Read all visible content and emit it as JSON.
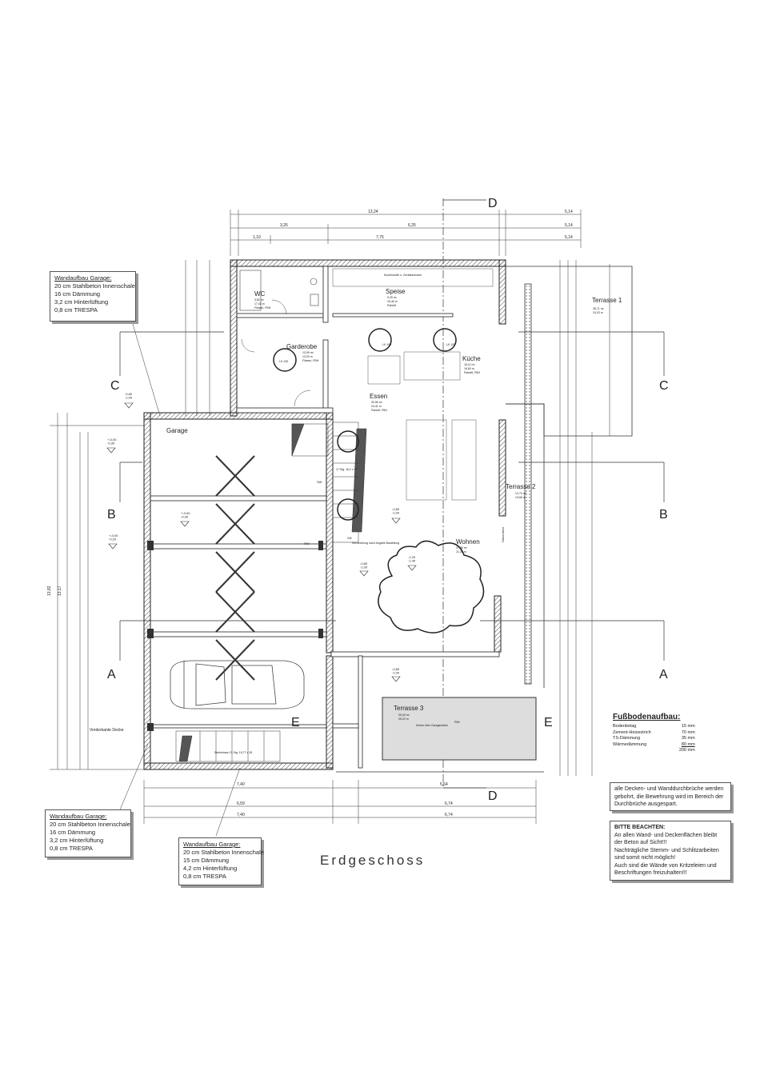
{
  "title": "Erdgeschoss",
  "section_markers": {
    "d_top": "D",
    "d_bottom": "D",
    "c_left": "C",
    "c_right": "C",
    "b_left": "B",
    "b_right": "B",
    "a_left": "A",
    "a_right": "A",
    "e_left": "E",
    "e_right": "E"
  },
  "rooms": {
    "wc": {
      "name": "WC",
      "area": "3,82 m²",
      "perimeter": "17,02 m",
      "floor": "Fliesen, FBH"
    },
    "speise": {
      "name": "Speise",
      "area": "9,25 m²",
      "perimeter": "15,46 m",
      "floor": "Parkett"
    },
    "garderobe": {
      "name": "Garderobe",
      "area": "13,09 m²",
      "perimeter": "13,93 m",
      "floor": "Fliesen, FBH"
    },
    "kueche": {
      "name": "Küche",
      "area": "16,11 m²",
      "perimeter": "16,60 m",
      "floor": "Parkett, FBH"
    },
    "essen": {
      "name": "Essen",
      "area": "30,96 m²",
      "perimeter": "24,41 m",
      "floor": "Parkett, FBH"
    },
    "wohnen": {
      "name": "Wohnen",
      "area": "37,38 m²",
      "perimeter": "21,26 m"
    },
    "terrasse1": {
      "name": "Terrasse 1",
      "area": "35,71 m²",
      "perimeter": "24,03 m"
    },
    "terrasse2": {
      "name": "Terrasse 2",
      "area": "12,73 m²",
      "perimeter": "19,66 m"
    },
    "terrasse3": {
      "name": "Terrasse 3",
      "area": "35,34 m²",
      "perimeter": "25,22 m"
    },
    "garage": {
      "name": "Garage"
    }
  },
  "dimensions": {
    "top_total": "13,24",
    "top_right": "5,14",
    "top_left": "3,26",
    "top_mid": "6,25",
    "top2_a": "1,10",
    "top2_b": "7,75",
    "top2_c": "5,14",
    "bottom_a": "7,40",
    "bottom_b": "5,64",
    "bottom_c": "6,59",
    "bottom_d": "6,74",
    "bottom_e": "7,40",
    "bottom_f": "6,74",
    "left_total": "13,82",
    "left_total2": "13,17"
  },
  "levels": {
    "entry": "-0,80\n-1,00",
    "garage1": "+-0,00\n-0,30",
    "garage2": "+-0,00\n-0,20",
    "garage3": "+-0,00\n-0,30",
    "essen": "-0,80\n-1,00",
    "wohnen": "-0,80\n-1,00",
    "pool": "-1,20\n-1,40",
    "terr3": "-0,80\n-1,00"
  },
  "labels": {
    "kitchen_note": "Küchenzeile u. Geräteschrank",
    "garage_ceiling": "Vorderkante Decke",
    "stairs": "17 Stg. 16,2 x 27",
    "stairs2": "Stufenhase 21 Stg. 15,77 x 28",
    "lk": "LK 100",
    "lk2": "LK 100",
    "lk3": "LK 130",
    "rw": "RW",
    "sw": "SW",
    "rw2": "RW",
    "pool_note": "Kernbohrung nach Angabe Bauleitung",
    "gbl": "Gbl",
    "wohnen_door": "Glasschiebe",
    "terr3_deck": "Decke über Garagendeck"
  },
  "notes": {
    "garage_wall_1": {
      "head": "Wandaufbau Garage:",
      "lines": [
        "20 cm Stahlbeton Innenschale",
        "16 cm Dämmung",
        "3,2 cm Hinterlüftung",
        "0,8 cm TRESPA"
      ]
    },
    "garage_wall_2": {
      "head": "Wandaufbau Garage:",
      "lines": [
        "20 cm Stahlbeton Innenschale",
        "16 cm Dämmung",
        "3,2 cm Hinterlüftung",
        "0,8 cm TRESPA"
      ]
    },
    "garage_wall_3": {
      "head": "Wandaufbau Garage:",
      "lines": [
        "20 cm Stahlbeton Innenschale",
        "15 cm Dämmung",
        "4,2 cm Hinterlüftung",
        "0,8 cm TRESPA"
      ]
    }
  },
  "floor_build": {
    "head": "Fußbodenaufbau:",
    "rows": [
      {
        "name": "Bodenbelag",
        "value": "15 mm"
      },
      {
        "name": "Zement-Heizestrich",
        "value": "70 mm"
      },
      {
        "name": "TS-Dämmung",
        "value": "35 mm"
      },
      {
        "name": "Wärmedämmung",
        "value": "80 mm"
      },
      {
        "name": "",
        "value": "200 mm"
      }
    ]
  },
  "info_notes": {
    "penetrations": "alle Decken- und Wanddurchbrüche werden gebohrt, die Bewehrung wird im Bereich der Durchbrüche ausgespart.",
    "attention_head": "BITTE BEACHTEN:",
    "attention_lines": [
      "An allen Wand- und Deckenflächen bleibt",
      "der Beton auf Sicht!!!",
      "Nachträgliche Stemm- und Schlitzarbeiten",
      "sind somit nicht möglich!",
      "Auch sind die Wände von Kritzeleien und",
      "Beschriftungen freizuhalten!!!"
    ]
  }
}
